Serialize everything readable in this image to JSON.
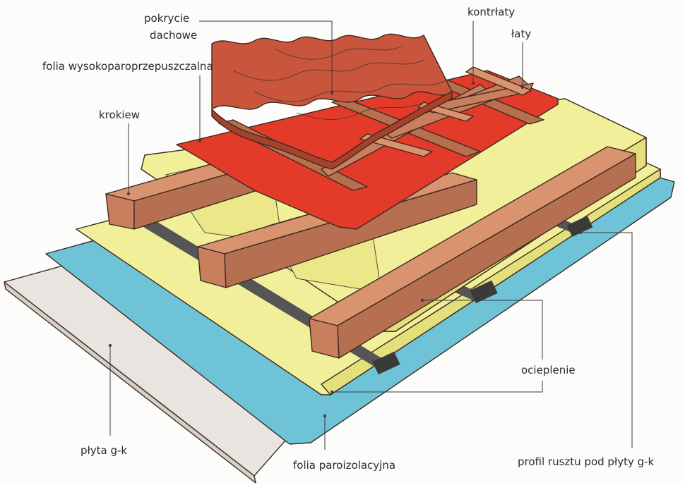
{
  "labels": {
    "roof_covering_line1": "pokrycie",
    "roof_covering_line2": "dachowe",
    "counter_battens": "kontrłaty",
    "battens": "łaty",
    "breathable_membrane": "folia wysokoparoprzepuszczalna",
    "rafter": "krokiew",
    "insulation": "ocieplenie",
    "plasterboard": "płyta g-k",
    "vapour_barrier": "folia paroizolacyjna",
    "plasterboard_profile": "profil rusztu pod płyty g-k"
  },
  "colors": {
    "background": "#fcfcfa",
    "plasterboard": "#e9e4df",
    "vapour_barrier": "#6fc3d6",
    "insulation": "#f2ef9a",
    "insulation_shade": "#e3e07c",
    "membrane": "#e33a2a",
    "tile": "#c9553d",
    "timber": "#c97f5e",
    "profile": "#555555"
  }
}
